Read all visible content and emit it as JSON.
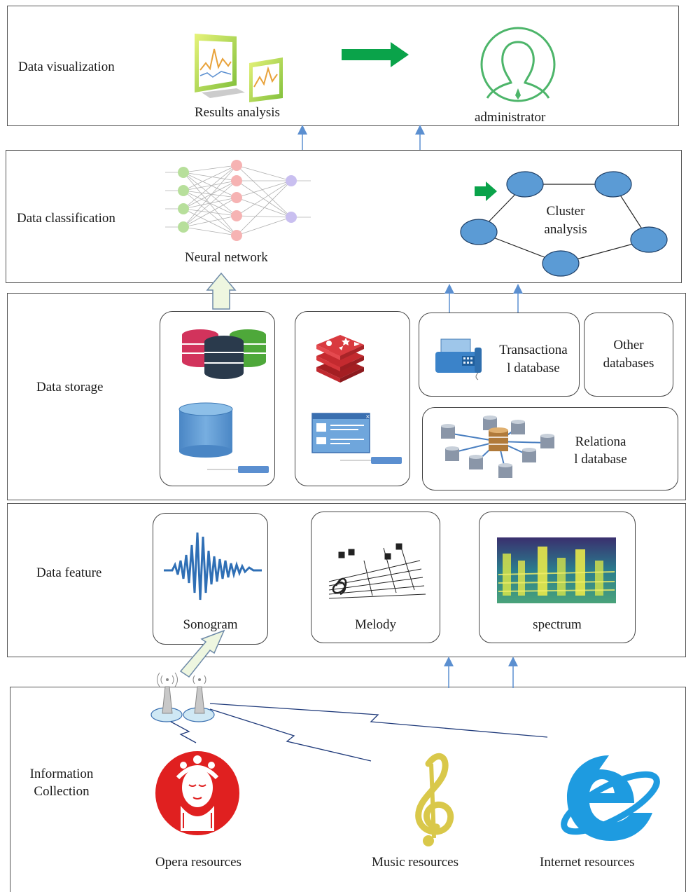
{
  "layers": {
    "visualization": "Data visualization",
    "classification": "Data classification",
    "storage": "Data storage",
    "feature": "Data feature",
    "collection": "Information Collection"
  },
  "visualization": {
    "results": "Results analysis",
    "admin": "administrator"
  },
  "classification": {
    "neural": "Neural network",
    "cluster_line1": "Cluster",
    "cluster_line2": "analysis"
  },
  "storage": {
    "transactional_line1": "Transactiona",
    "transactional_line2": "l database",
    "other_line1": "Other",
    "other_line2": "databases",
    "relational_line1": "Relationa",
    "relational_line2": "l database"
  },
  "feature": {
    "sonogram": "Sonogram",
    "melody": "Melody",
    "spectrum": "spectrum"
  },
  "collection": {
    "line1": "Information",
    "line2": "Collection",
    "opera": "Opera resources",
    "music": "Music resources",
    "internet": "Internet resources"
  },
  "colors": {
    "arrow_blue": "#5b8fd0",
    "green_arrow": "#0aa34a",
    "node_blue": "#5b9bd5",
    "opera_red": "#e02020",
    "ie_blue": "#1e9be0",
    "clef_yellow": "#d9c84a"
  }
}
